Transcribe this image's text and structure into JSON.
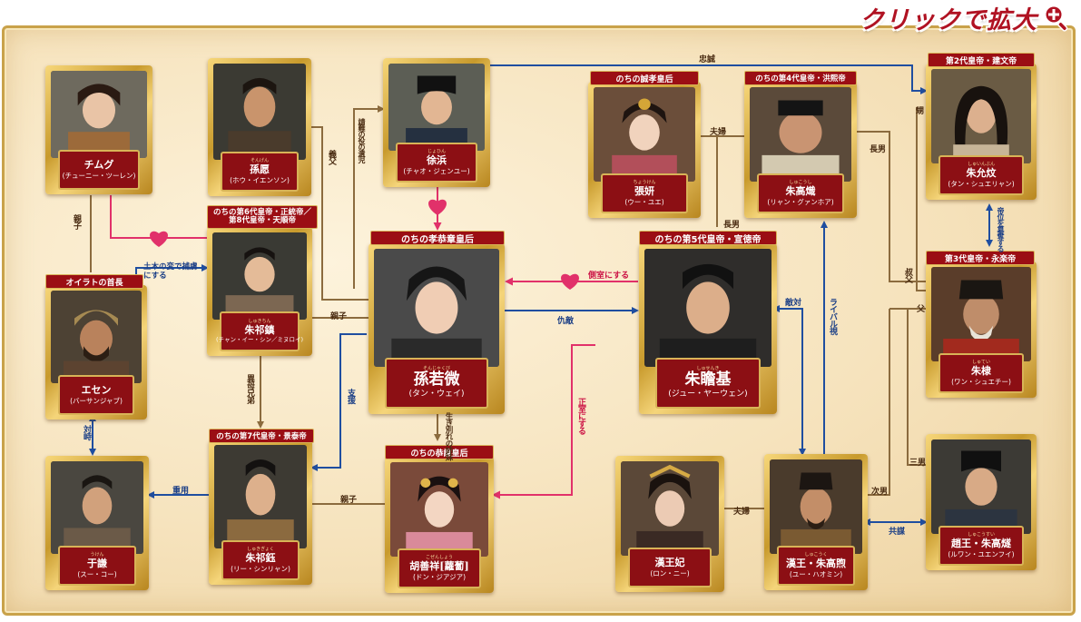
{
  "zoom_label": "クリックで拡大",
  "colors": {
    "family": "#8b6b3e",
    "ally": "#1f4ea0",
    "romance": "#e1316a",
    "caption_bg": "#8c0f14",
    "frame": "#c89a2c"
  },
  "people": {
    "chimugu": {
      "name": "チムグ",
      "reading": "(チューニー・ツーレン)"
    },
    "sonei": {
      "name": "孫愿",
      "ruby": "そんげん",
      "reading": "(ホウ・イエンソン)"
    },
    "johin": {
      "name": "徐浜",
      "ruby": "じょひん",
      "reading": "(チャオ・ジェンユー)"
    },
    "choken": {
      "title": "のちの誠孝皇后",
      "name": "張妍",
      "ruby": "ちょうけん",
      "reading": "(ウー・ユエ)"
    },
    "shukoshi": {
      "title": "のちの第4代皇帝・洪煕帝",
      "name": "朱高熾",
      "ruby": "しゅこうし",
      "reading": "(リャン・グァンホア)"
    },
    "shuinbun": {
      "title": "第2代皇帝・建文帝",
      "name": "朱允炆",
      "ruby": "しゅいんぶん",
      "reading": "(タン・シュエリャン)"
    },
    "esen": {
      "title": "オイラトの首長",
      "name": "エセン",
      "reading": "(バーサンジャブ)"
    },
    "shukichin": {
      "title1": "のちの第6代皇帝・正統帝／",
      "title2": "第8代皇帝・天順帝",
      "name": "朱祁鎮",
      "ruby": "しゅきちん",
      "reading": "(チャン・イー・シン／ミヌロイ)"
    },
    "sonjakubi": {
      "title": "のちの孝恭章皇后",
      "name": "孫若微",
      "ruby": "そんじゃくび",
      "reading": "(タン・ウェイ)"
    },
    "shusenki": {
      "title": "のちの第5代皇帝・宣徳帝",
      "name": "朱瞻基",
      "ruby": "しゅせんき",
      "reading": "(ジュー・ヤーウェン)"
    },
    "shutei": {
      "title": "第3代皇帝・永楽帝",
      "name": "朱棣",
      "ruby": "しゅてい",
      "reading": "(ワン・シュエチー)"
    },
    "ukin": {
      "name": "于謙",
      "ruby": "うけん",
      "reading": "(スー・コー)"
    },
    "shukigyoku": {
      "title": "のちの第7代皇帝・景泰帝",
      "name": "朱祁鈺",
      "ruby": "しゅきぎょく",
      "reading": "(リー・シンリャン)"
    },
    "kozensho": {
      "title": "のちの恭譲皇后",
      "name": "胡善祥[蘿蔔]",
      "ruby": "こぜんしょう",
      "reading": "(ドン・ジアジア)"
    },
    "kanohi": {
      "name": "漢王妃",
      "reading": "(ロン・ニー)"
    },
    "kanou": {
      "name": "漢王・朱高煦",
      "ruby": "しゅこうく",
      "reading": "(ユー・ハオミン)"
    },
    "chouou": {
      "name": "趙王・朱高燧",
      "ruby": "しゅこうすい",
      "reading": "(ルワン・ユエンフイ)"
    }
  },
  "relations": {
    "chuzoku": "忠誠",
    "oyako1": "親子",
    "gifu": "義父",
    "nanban": "靖難の役の遺児",
    "fufu1": "夫婦",
    "chonan1": "長男",
    "chonan2": "長男",
    "oi": "甥",
    "teii": "帝位を簒奪する",
    "dobaku": "土木の変で捕虜にする",
    "oyako2": "親子",
    "sokushitsu": "側室にする",
    "kyuteki": "仇敵",
    "tekitai": "敵対",
    "rival": "ライバル視",
    "shukufu": "叔父",
    "chichi": "父",
    "taiji": "対峙",
    "ibo": "異母兄弟",
    "shien": "支援",
    "seishitsu": "正室にする",
    "ikiwakare": "生き別れの姉妹",
    "chouyou": "重用",
    "oyako3": "親子",
    "fufu2": "夫婦",
    "jinan": "次男",
    "sannan": "三男",
    "kyobo": "共謀"
  }
}
